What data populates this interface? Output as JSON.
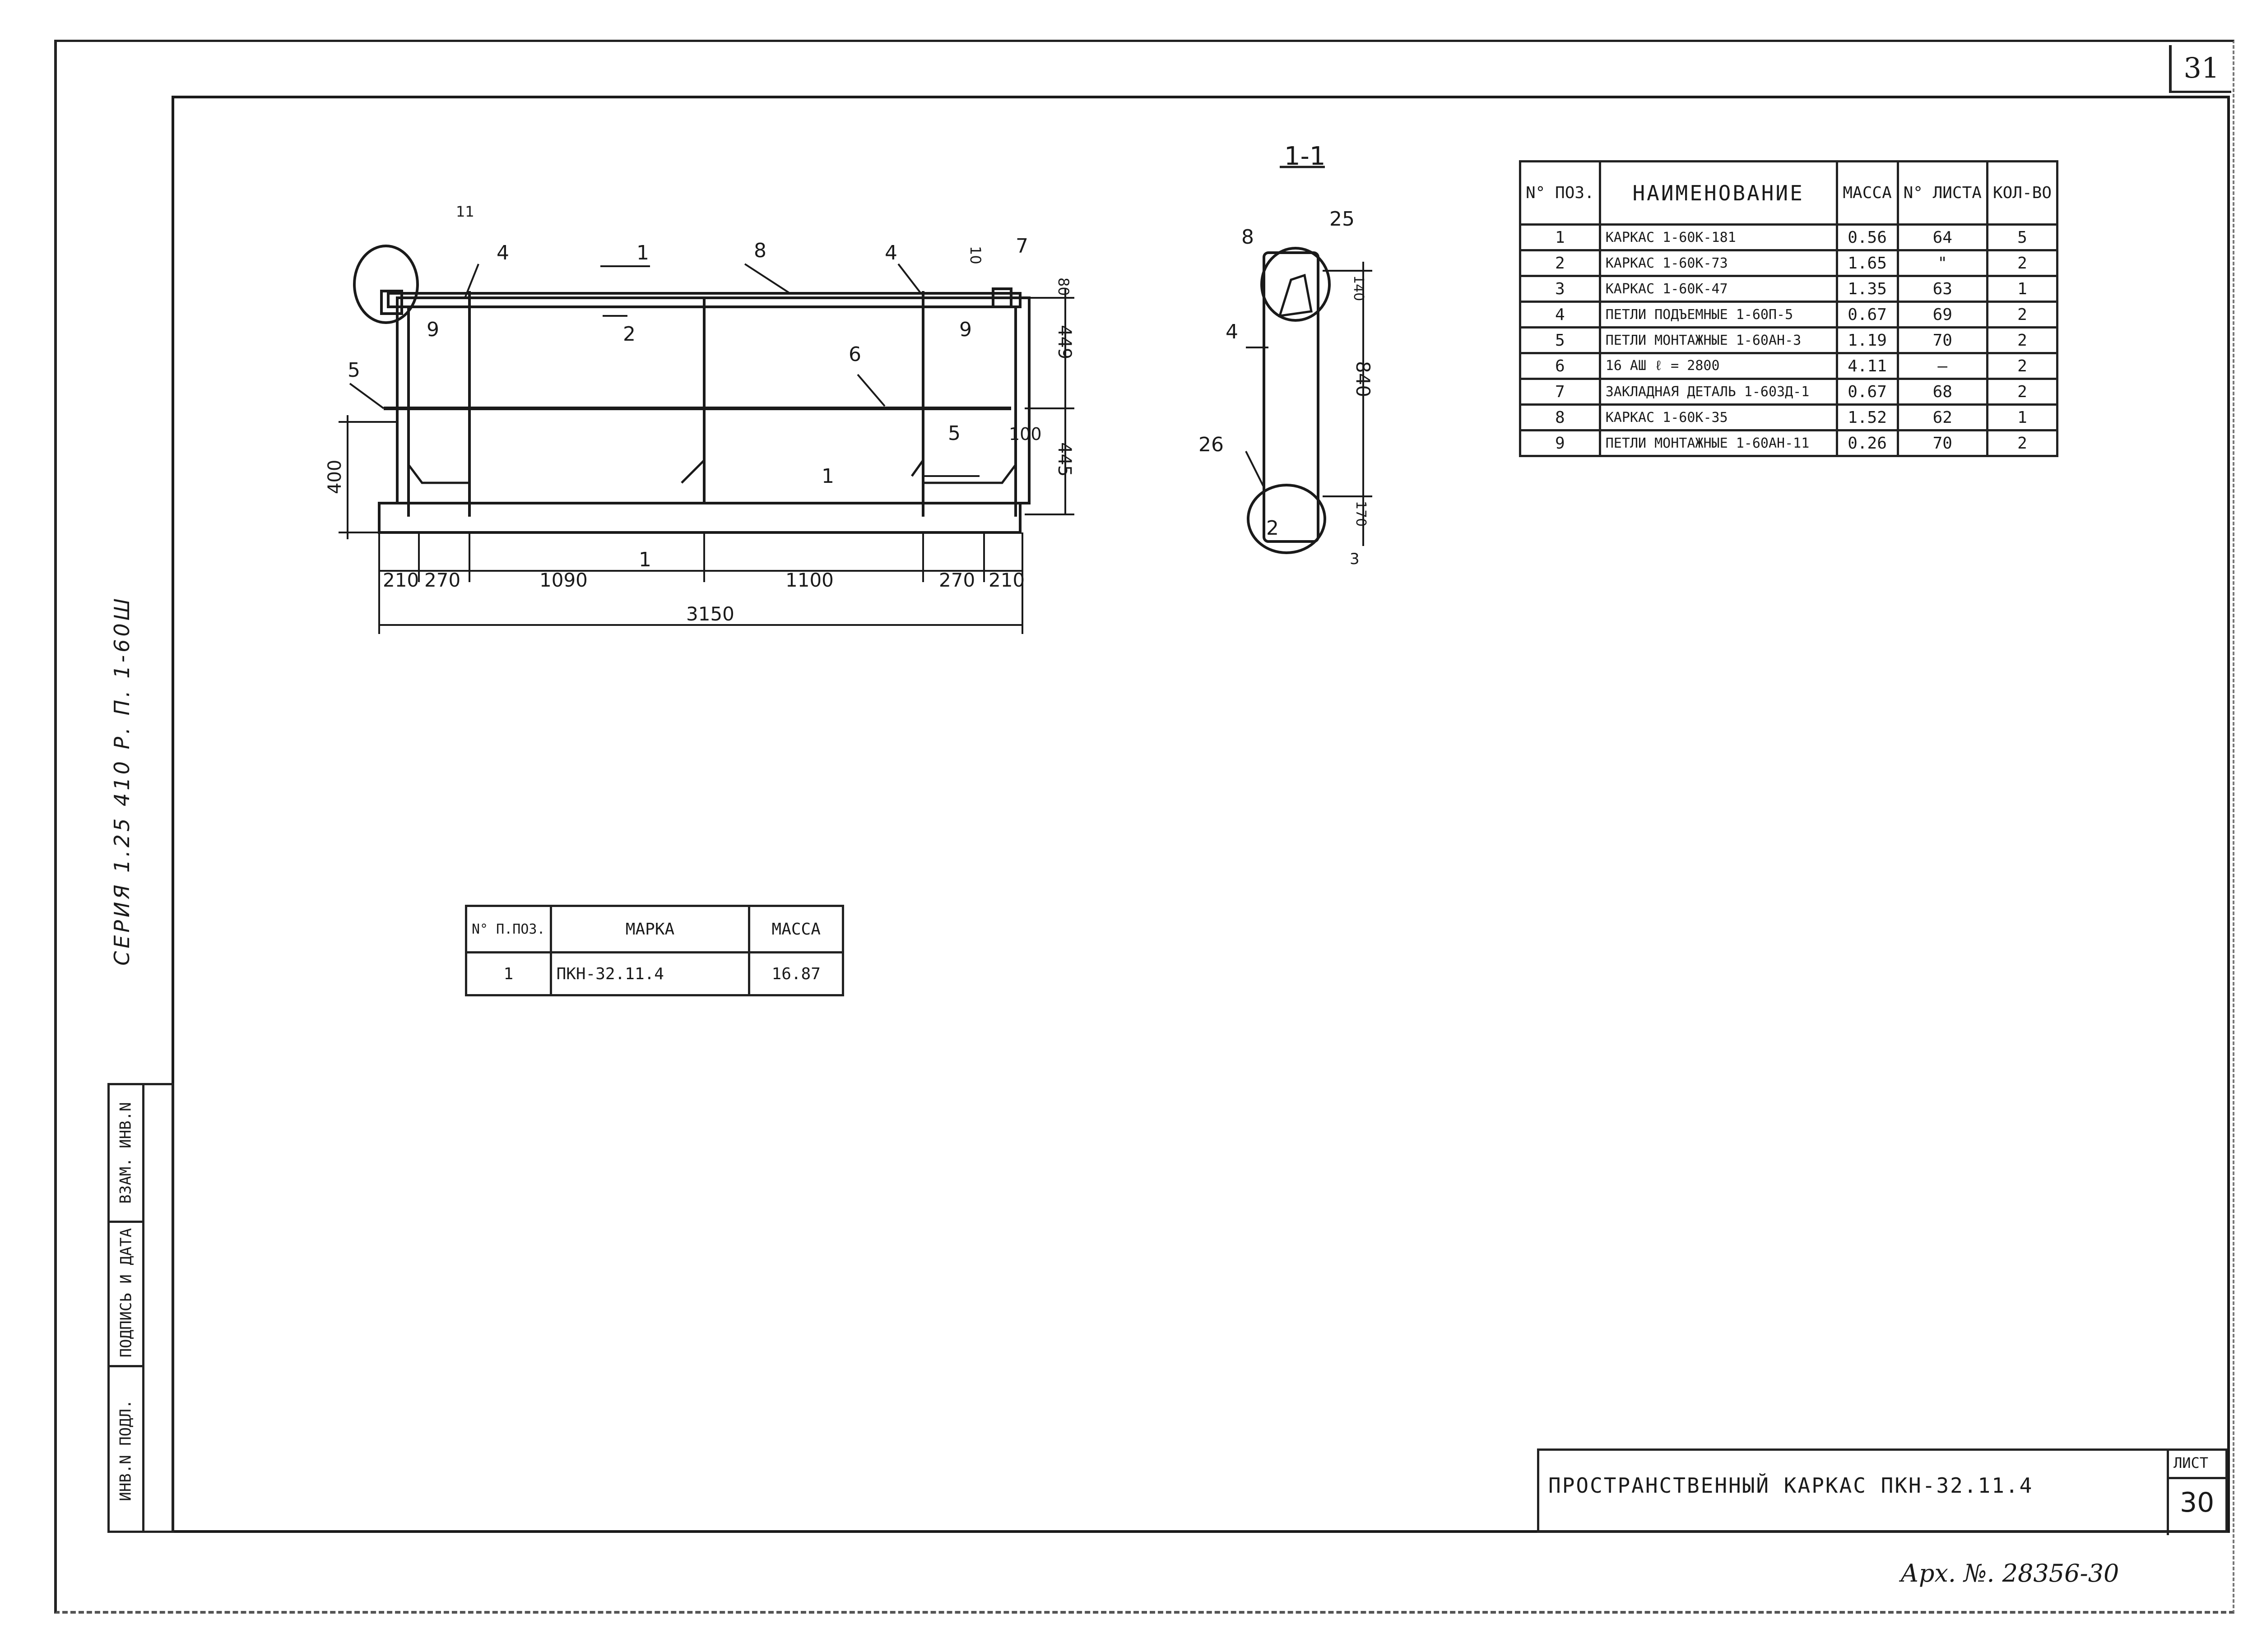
{
  "sheet_corner_no": "31",
  "series": "СЕРИЯ 1.25 410 Р. П. 1-60Ш",
  "stamp_column": [
    "ИНВ.N ПОДЛ.",
    "ПОДПИСЬ И ДАТА",
    "ВЗАМ. ИНВ.N"
  ],
  "section_label": "1-1",
  "elevation": {
    "cut_labels": [
      "1",
      "1"
    ],
    "pos_labels": [
      "1",
      "2",
      "4",
      "4",
      "5",
      "5",
      "6",
      "7",
      "8",
      "9",
      "9",
      "10",
      "11"
    ],
    "dim_bottom": [
      "210",
      "270",
      "1090",
      "1100",
      "270",
      "210"
    ],
    "dim_total": "3150",
    "dim_right": [
      "80",
      "449",
      "100",
      "445"
    ],
    "dim_left": "400"
  },
  "section": {
    "pos_labels": [
      "8",
      "25",
      "4",
      "26",
      "2",
      "3"
    ],
    "dims": [
      "140",
      "840",
      "170"
    ]
  },
  "spec_table": {
    "headers": [
      "N° ПОЗ.",
      "НАИМЕНОВАНИЕ",
      "МАССА",
      "N° ЛИСТА",
      "КОЛ-ВО"
    ],
    "rows": [
      [
        "1",
        "КАРКАС 1-60К-181",
        "0.56",
        "64",
        "5"
      ],
      [
        "2",
        "КАРКАС 1-60К-73",
        "1.65",
        "\"",
        "2"
      ],
      [
        "3",
        "КАРКАС 1-60К-47",
        "1.35",
        "63",
        "1"
      ],
      [
        "4",
        "ПЕТЛИ ПОДЪЕМНЫЕ 1-60П-5",
        "0.67",
        "69",
        "2"
      ],
      [
        "5",
        "ПЕТЛИ МОНТАЖНЫЕ 1-60АН-3",
        "1.19",
        "70",
        "2"
      ],
      [
        "6",
        "16 АШ       ℓ = 2800",
        "4.11",
        "—",
        "2"
      ],
      [
        "7",
        "ЗАКЛАДНАЯ ДЕТАЛЬ 1-60ЗД-1",
        "0.67",
        "68",
        "2"
      ],
      [
        "8",
        "КАРКАС 1-60К-35",
        "1.52",
        "62",
        "1"
      ],
      [
        "9",
        "ПЕТЛИ МОНТАЖНЫЕ 1-60АН-11",
        "0.26",
        "70",
        "2"
      ]
    ]
  },
  "marka_table": {
    "headers": [
      "N° П.ПОЗ.",
      "МАРКА",
      "МАССА"
    ],
    "rows": [
      [
        "1",
        "ПКН-32.11.4",
        "16.87"
      ]
    ]
  },
  "title_block": {
    "title": "ПРОСТРАНСТВЕННЫЙ КАРКАС ПКН-32.11.4",
    "sheet_label": "ЛИСТ",
    "sheet_value": "30"
  },
  "archive_no": "Арх. №. 28356-30"
}
